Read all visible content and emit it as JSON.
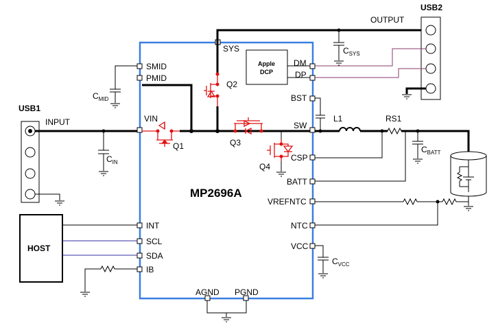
{
  "chip": {
    "name": "MP2696A",
    "outline_color": "#3b7fe0",
    "pins_left": [
      "SMID",
      "PMID",
      "VIN",
      "INT",
      "SCL",
      "SDA",
      "IB"
    ],
    "pins_right": [
      "DM",
      "DP",
      "BST",
      "SW",
      "CSP",
      "BATT",
      "VREFNTC",
      "NTC",
      "VCC"
    ],
    "pins_top": [
      "SYS"
    ],
    "pins_bottom": [
      "AGND",
      "PGND"
    ]
  },
  "connectors": {
    "usb1": "USB1",
    "usb2": "USB2",
    "input_label": "INPUT",
    "output_label": "OUTPUT"
  },
  "host": {
    "label": "HOST"
  },
  "apple_dcp": {
    "line1": "Apple",
    "line2": "DCP"
  },
  "transistors": {
    "q1": "Q1",
    "q2": "Q2",
    "q3": "Q3",
    "q4": "Q4"
  },
  "passives": {
    "c_sys": {
      "main": "C",
      "sub": "SYS"
    },
    "c_mid": {
      "main": "C",
      "sub": "MID"
    },
    "c_in": {
      "main": "C",
      "sub": "IN"
    },
    "c_batt": {
      "main": "C",
      "sub": "BATT"
    },
    "c_vcc": {
      "main": "C",
      "sub": "VCC"
    },
    "l1": "L1",
    "rs1": "RS1"
  },
  "colors": {
    "accent_blue": "#3b7fe0",
    "mosfet_red": "#e01010",
    "signal_purple": "#8a3a6a",
    "host_bus_blue": "#3030a0"
  }
}
